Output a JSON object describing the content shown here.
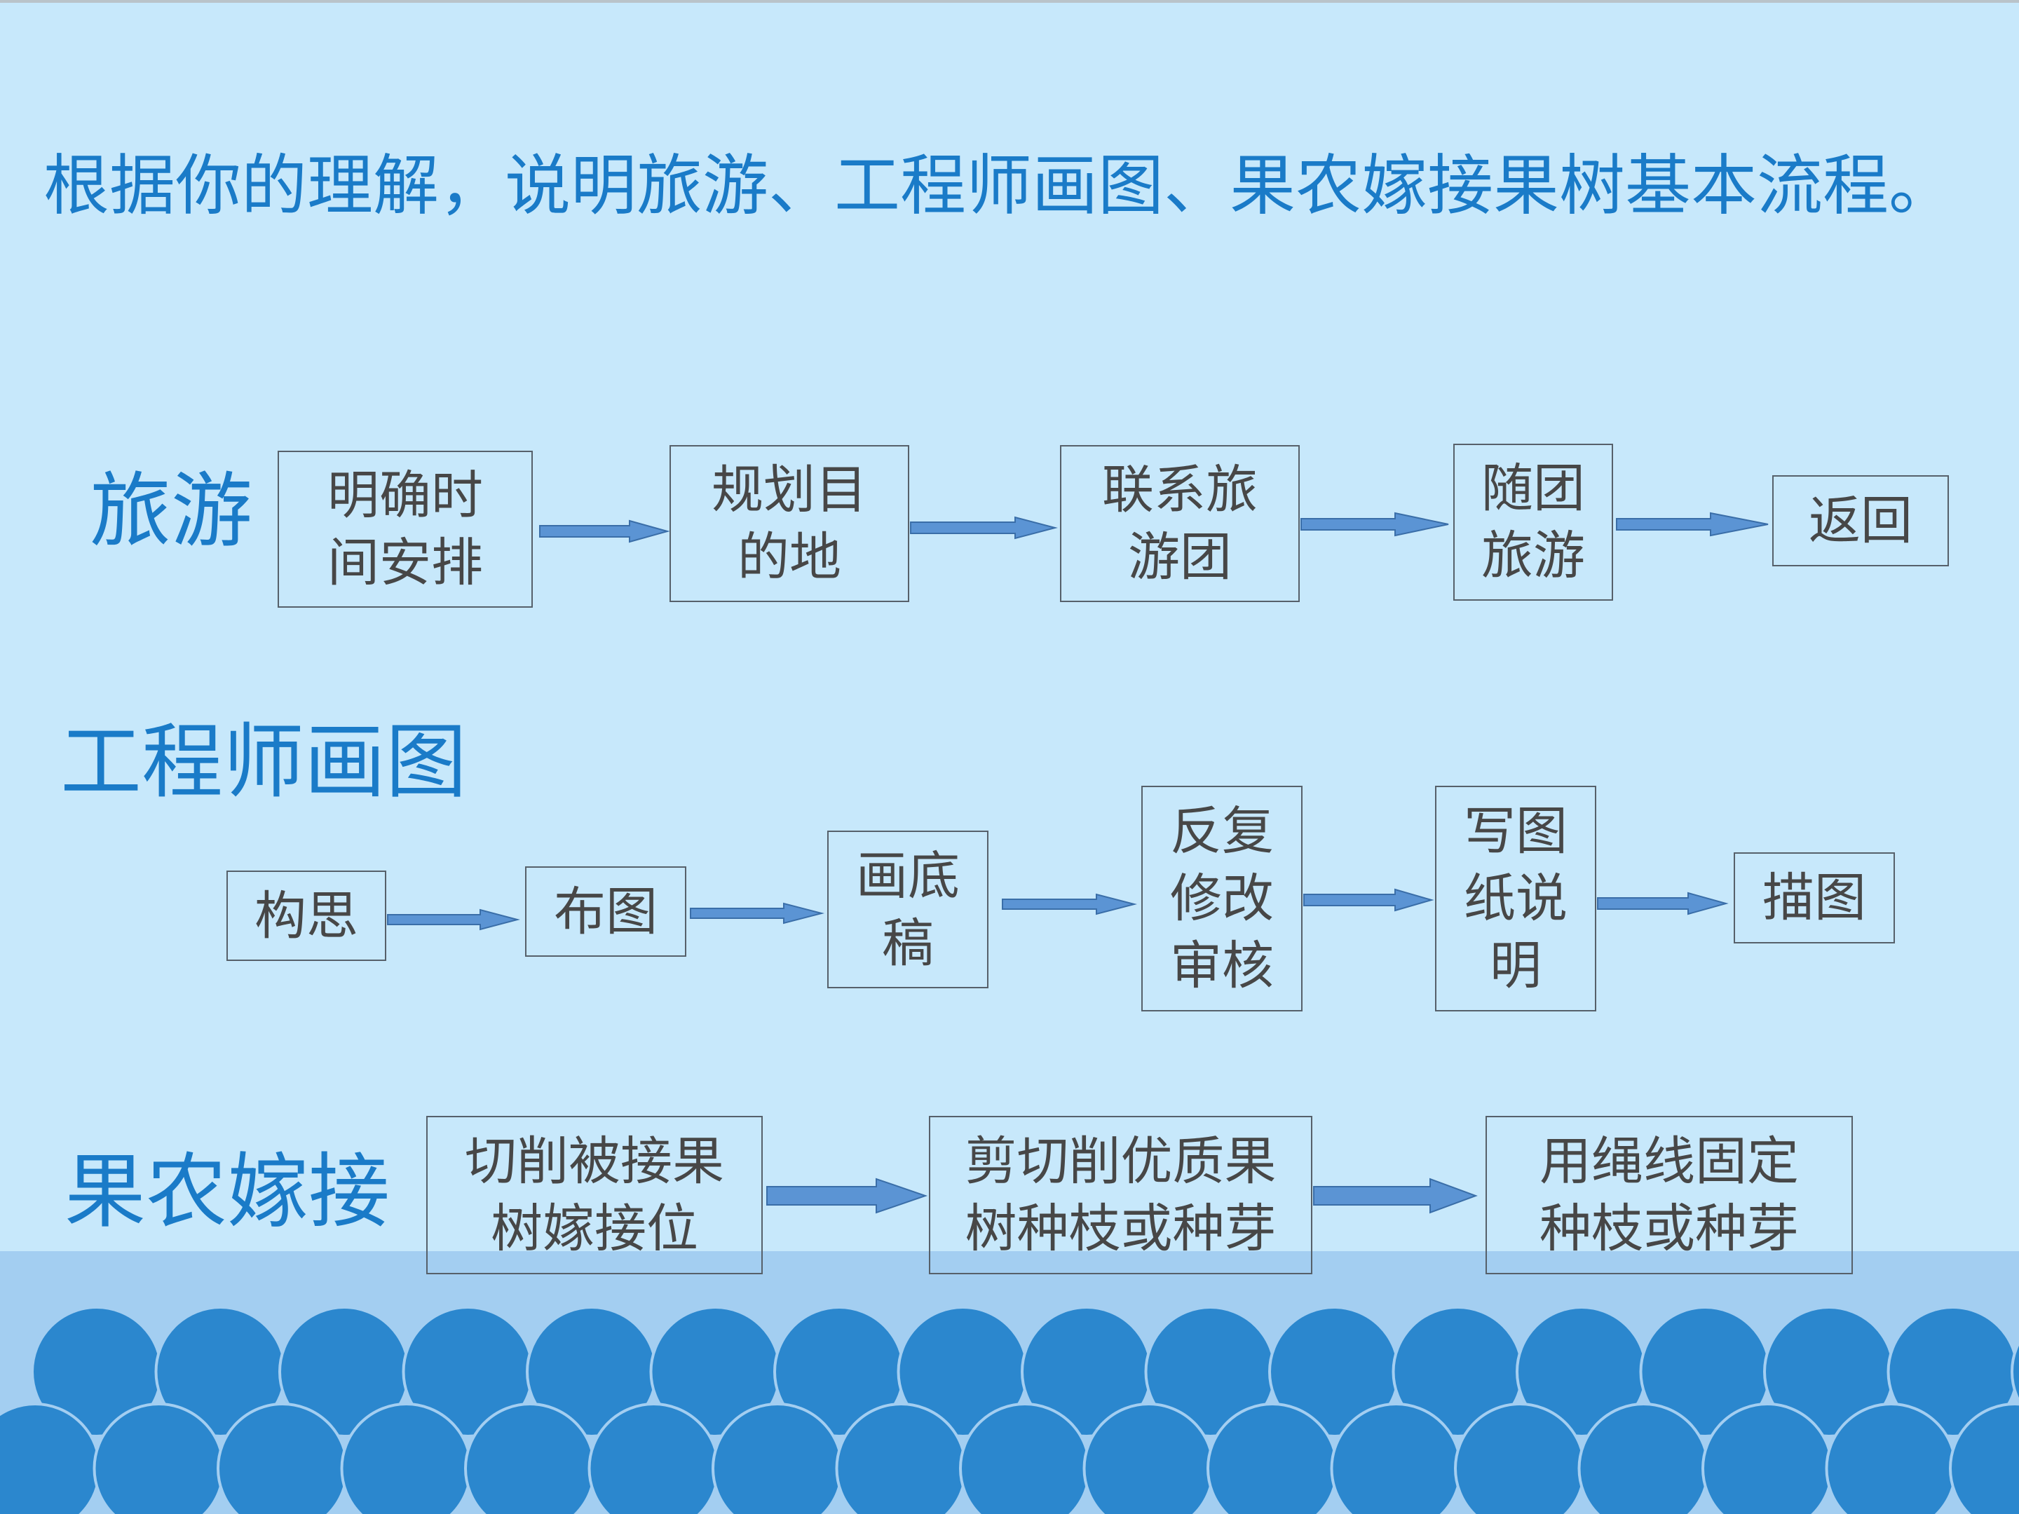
{
  "title": "根据你的理解，说明旅游、工程师画图、果农嫁接果树基本流程。",
  "colors": {
    "background": "#c7e8fb",
    "accent_text": "#1a7bc8",
    "box_text": "#474747",
    "box_border": "#56606a",
    "arrow_fill": "#5b94d4",
    "arrow_stroke": "#3a6ea8",
    "wave": "#2b87ce",
    "band": "#a3cef1"
  },
  "rows": {
    "travel": {
      "label": "旅游",
      "steps": [
        "明确时\n间安排",
        "规划目\n的地",
        "联系旅\n游团",
        "随团\n旅游",
        "返回"
      ]
    },
    "engineer": {
      "label": "工程师画图",
      "steps": [
        "构思",
        "布图",
        "画底\n稿",
        "反复\n修改\n审核",
        "写图\n纸说\n明",
        "描图"
      ]
    },
    "grafting": {
      "label": "果农嫁接",
      "steps": [
        "切削被接果\n树嫁接位",
        "剪切削优质果\n树种枝或种芽",
        "用绳线固定\n种枝或种芽"
      ]
    }
  }
}
